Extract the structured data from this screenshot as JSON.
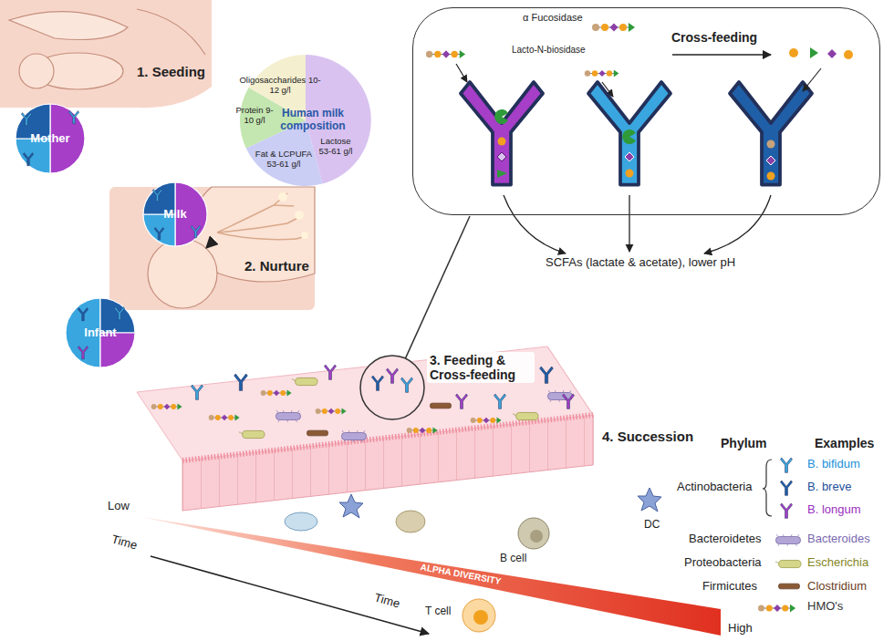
{
  "diagram": {
    "nodes": [
      {
        "text": [
          "Mother"
        ]
      },
      {
        "text": [
          "Milk"
        ]
      },
      {
        "text": [
          "Human milk composition"
        ]
      },
      {
        "text": [
          "Infant"
        ]
      },
      {
        "text": [
          "α Fucosidase",
          "Lacto-N-biosidase",
          "Cross-feeding"
        ]
      }
    ],
    "labels": [
      "1. Seeding",
      "Oligosaccharides 10-12 g/l",
      "Protein 9-10 g/l",
      "Fat & LCPUFA 53-61 g/l",
      "Lactose 53-61 g/l",
      "2. Nurture",
      "SCFAs (lactate & acetate), lower pH",
      "3. Feeding & Cross-feeding",
      "4. Succession",
      "Phylum",
      "Examples",
      "Actinobacteria",
      "Bacteroidetes",
      "Proteobacteria",
      "Firmicutes",
      "Low",
      "Time",
      "ALPHA DIVERSITY",
      "B cell",
      "T cell",
      "DC",
      "Time",
      "High"
    ],
    "legend": [
      {
        "text": "B. bifidum"
      },
      {
        "text": "B. breve"
      },
      {
        "text": "B. longum"
      },
      {
        "text": "Bacteroides"
      },
      {
        "text": "Escherichia"
      },
      {
        "text": "Clostridium"
      },
      {
        "text": "HMO's"
      }
    ]
  }
}
